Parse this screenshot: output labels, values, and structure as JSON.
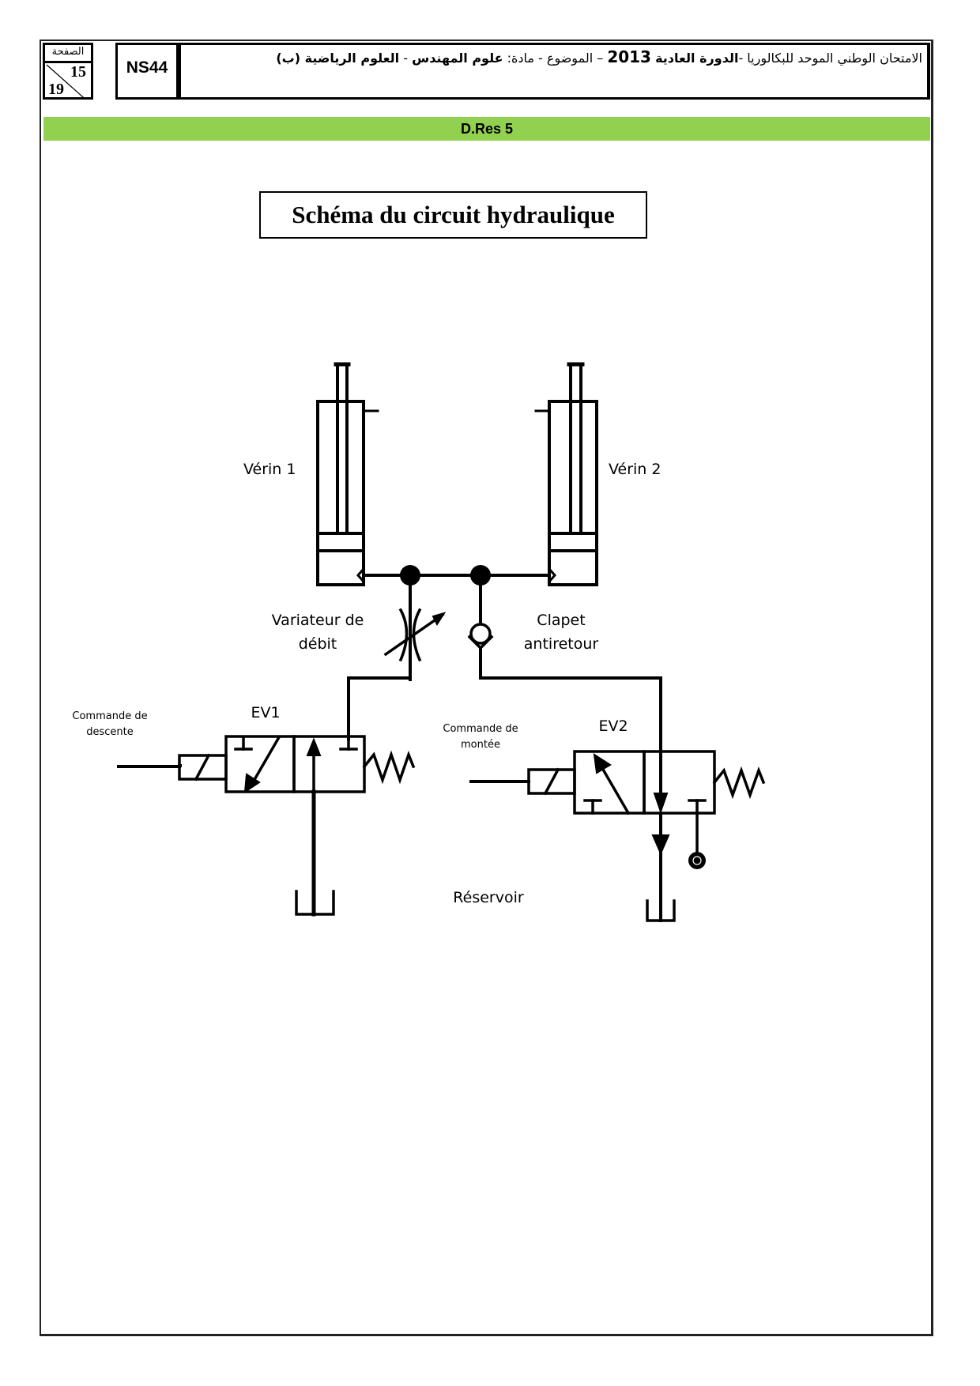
{
  "header": {
    "page_label": "الصفحة",
    "page_current": "15",
    "page_total": "19",
    "exam_code": "NS44",
    "title_part1": "الامتحان الوطني الموحد للبكالوريا -",
    "title_session": "الدورة العادية",
    "title_year": "2013",
    "title_part2": " – الموضوع - مادة: ",
    "title_subject": "علوم المهندس",
    "title_sep": " - ",
    "title_stream": "العلوم الرياضية (ب)"
  },
  "section_bar": {
    "label": "D.Res 5",
    "color": "#92d050"
  },
  "schema": {
    "title": "Schéma du circuit hydraulique",
    "labels": {
      "verin1": "Vérin 1",
      "verin2": "Vérin 2",
      "variateur_line1": "Variateur de",
      "variateur_line2": "débit",
      "clapet_line1": "Clapet",
      "clapet_line2": "antiretour",
      "ev1": "EV1",
      "ev2": "EV2",
      "cmd_descente_line1": "Commande de",
      "cmd_descente_line2": "descente",
      "cmd_montee_line1": "Commande de",
      "cmd_montee_line2": "montée",
      "reservoir": "Réservoir"
    }
  }
}
